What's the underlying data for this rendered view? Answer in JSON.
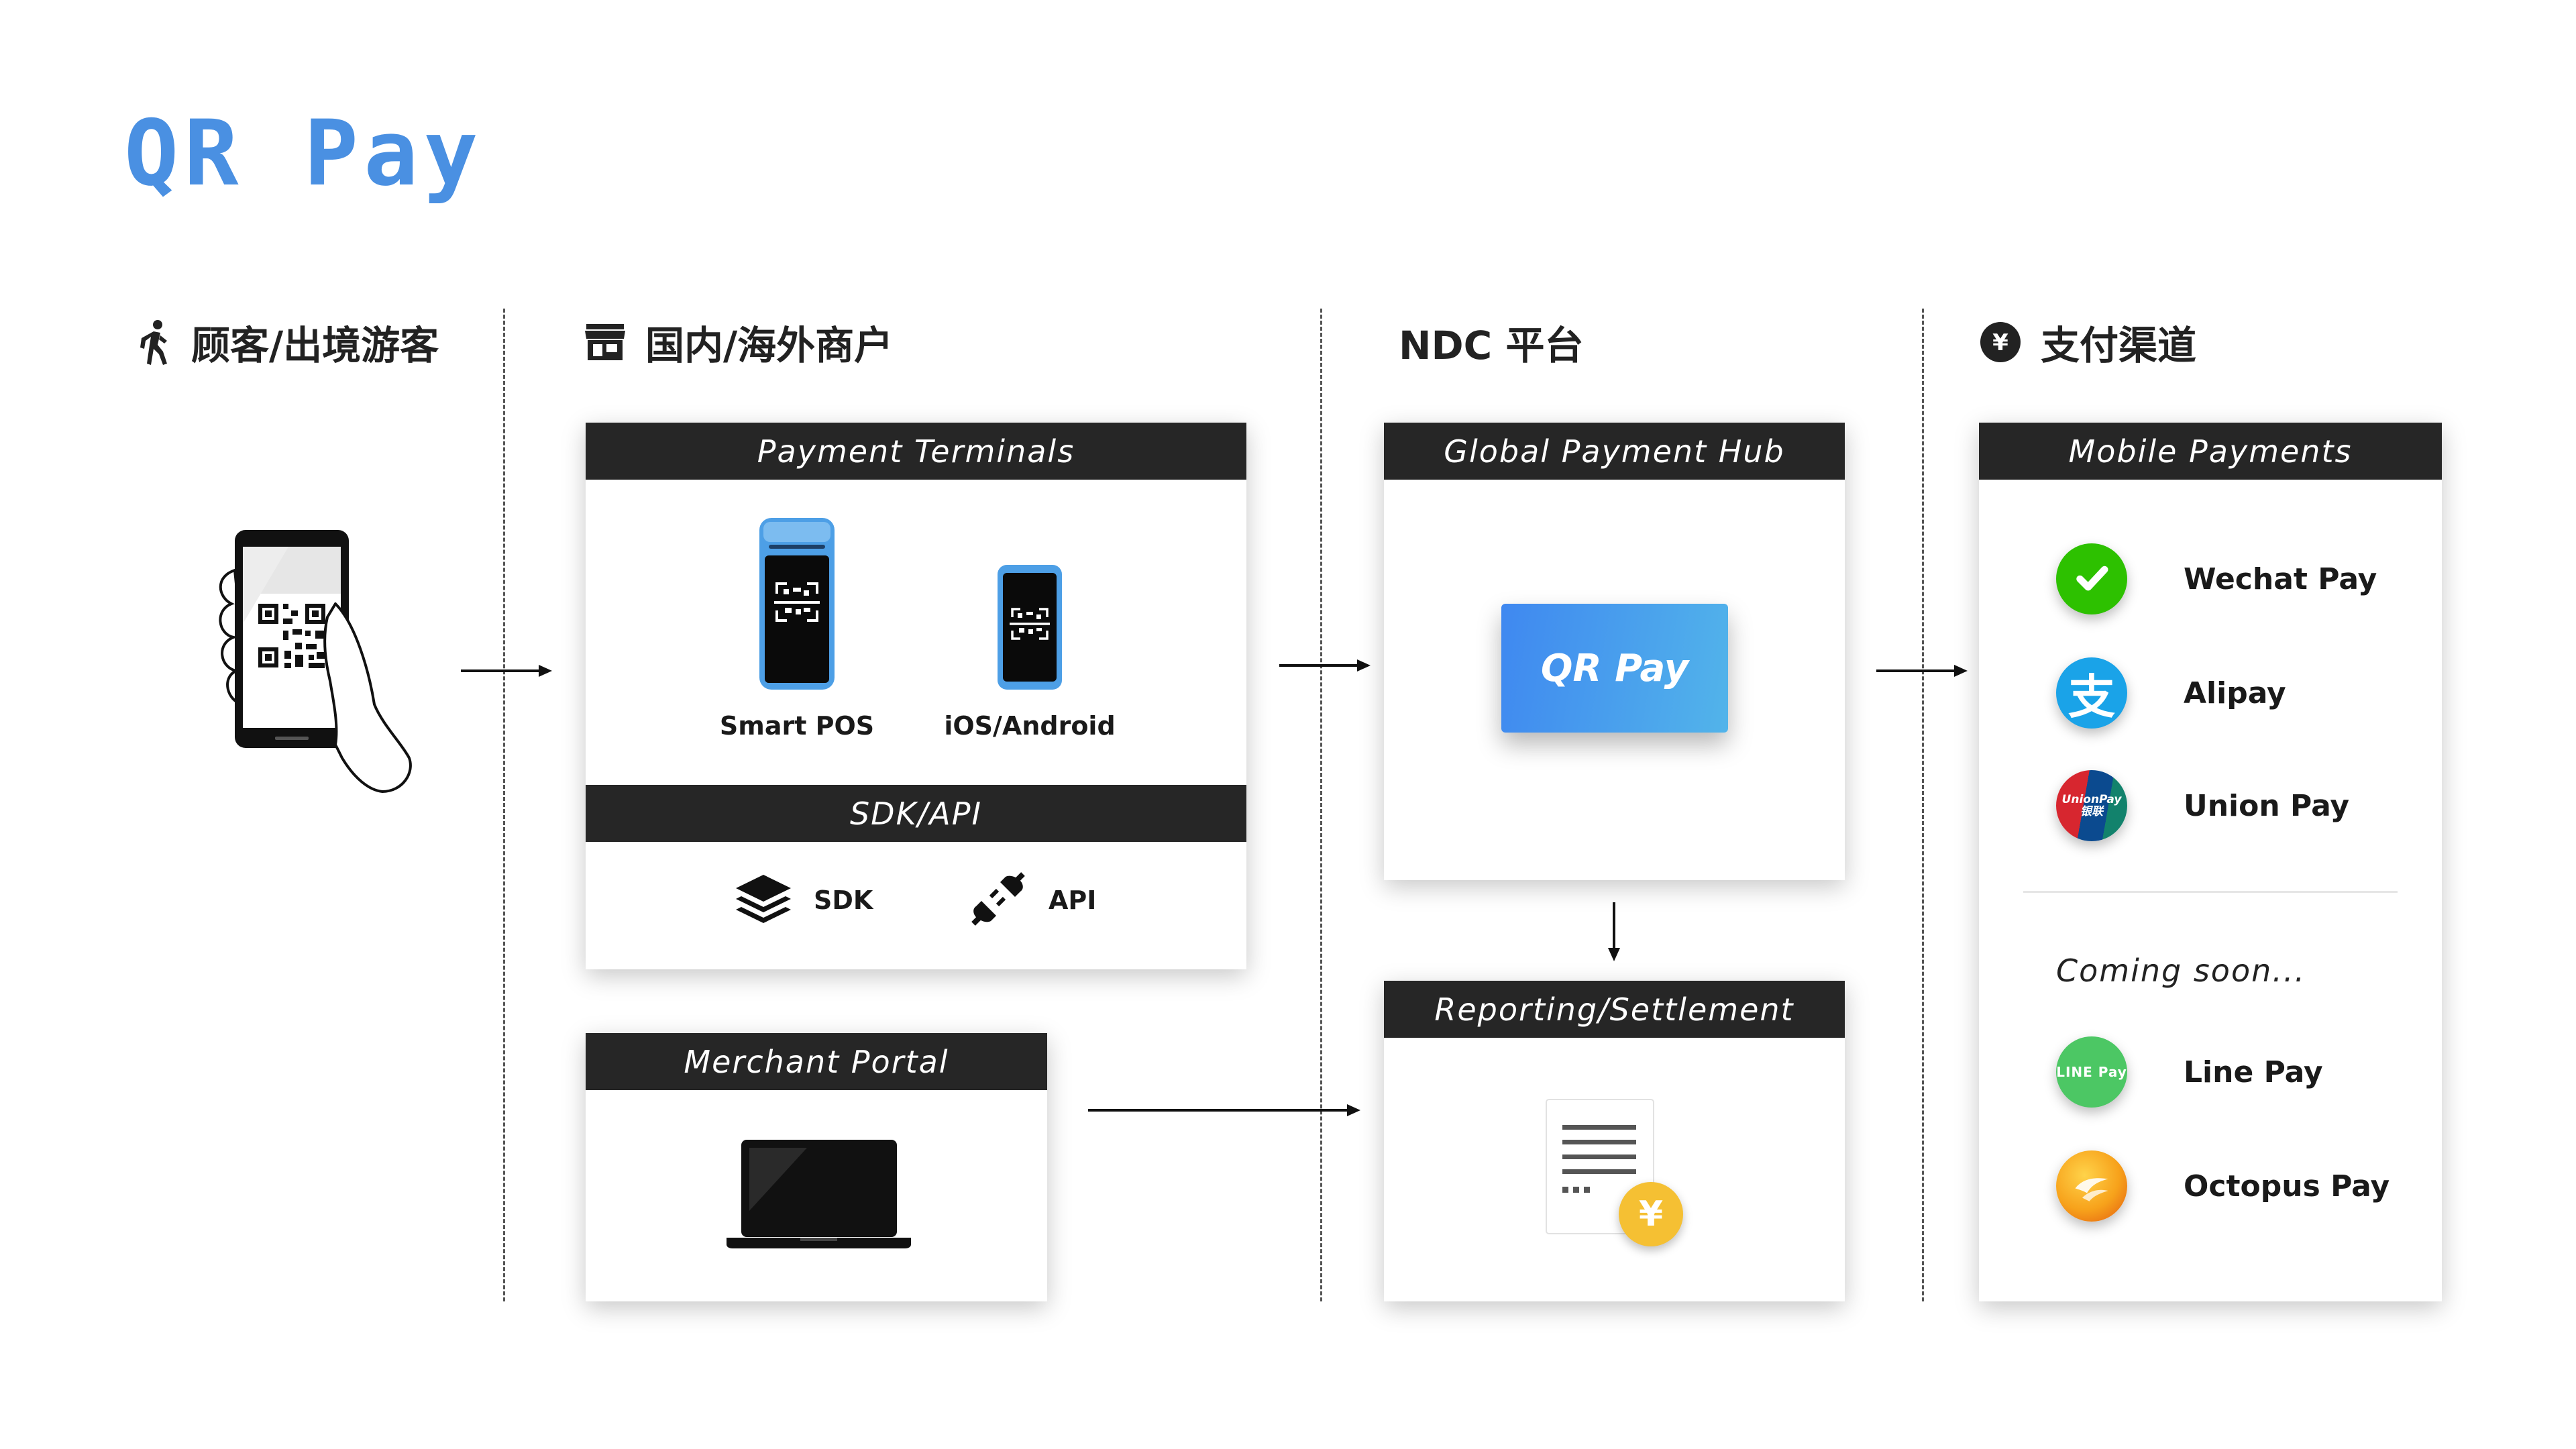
{
  "title": "QR Pay",
  "columns": {
    "customer": "顾客/出境游客",
    "merchant": "国内/海外商户",
    "platform": "NDC 平台",
    "channels": "支付渠道"
  },
  "payment_terminals": {
    "header": "Payment Terminals",
    "devices": [
      "Smart POS",
      "iOS/Android"
    ]
  },
  "sdk_api": {
    "header": "SDK/API",
    "items": [
      "SDK",
      "API"
    ]
  },
  "merchant_portal": {
    "header": "Merchant Portal"
  },
  "global_payment_hub": {
    "header": "Global Payment Hub",
    "button": "QR Pay"
  },
  "reporting": {
    "header": "Reporting/Settlement",
    "currency_symbol": "¥"
  },
  "mobile_payments": {
    "header": "Mobile Payments",
    "current": [
      "Wechat Pay",
      "Alipay",
      "Union Pay"
    ],
    "coming_soon_label": "Coming soon...",
    "upcoming": [
      "Line Pay",
      "Octopus Pay"
    ],
    "unionpay_logo_text": "UnionPay 银联",
    "linepay_logo_text": "LINE Pay"
  },
  "colors": {
    "accent": "#4a90e2",
    "bar": "#262626",
    "wechat": "#2dc100",
    "alipay": "#1aa3e8",
    "unionpay": "#d7262f",
    "linepay": "#4cc764",
    "octopus": "#f7a21b"
  }
}
